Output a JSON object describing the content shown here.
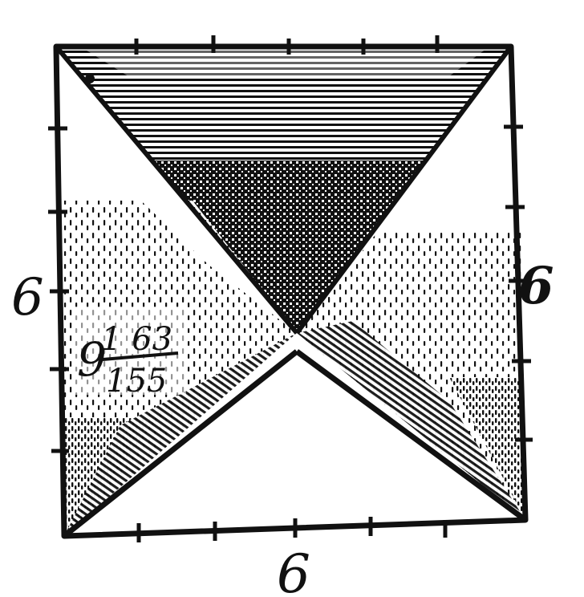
{
  "figure": {
    "labels": {
      "left_side": "6",
      "right_side": "6",
      "bottom_side": "6",
      "diagonal_whole": "9",
      "diagonal_numerator": "1 63",
      "diagonal_denominator": "155"
    },
    "ink_color": "#111111",
    "paper_color": "#ffffff"
  }
}
